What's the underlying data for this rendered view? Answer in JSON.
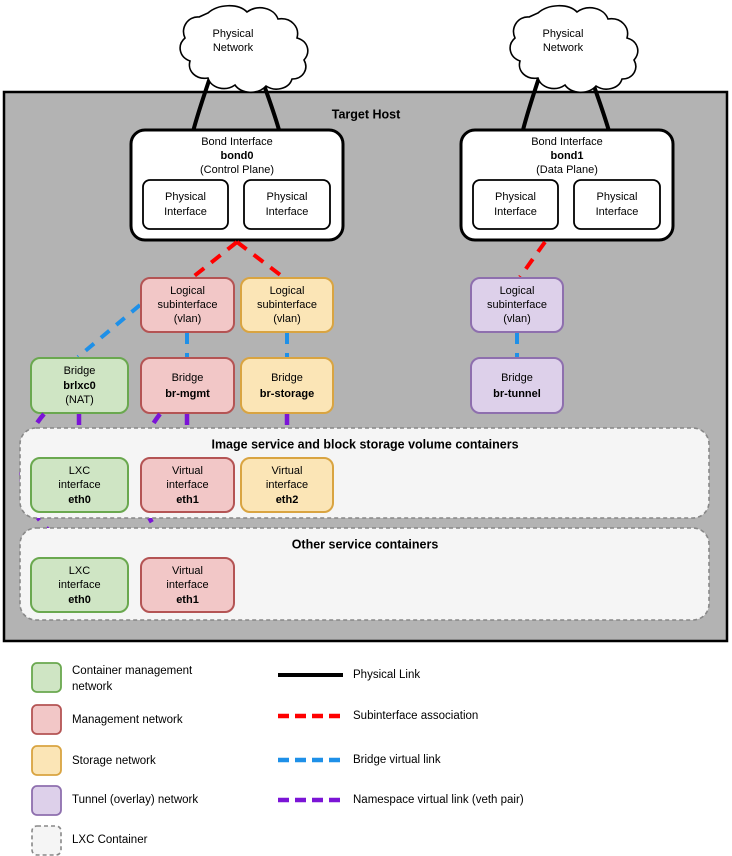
{
  "diagram": {
    "title": "Target Host",
    "clouds": [
      {
        "id": "cloud-left",
        "line1": "Physical",
        "line2": "Network"
      },
      {
        "id": "cloud-right",
        "line1": "Physical",
        "line2": "Network"
      }
    ],
    "bonds": [
      {
        "id": "bond-left",
        "title": "Bond Interface",
        "name": "bond0",
        "role": "(Control Plane)",
        "members": [
          {
            "line1": "Physical",
            "line2": "Interface"
          },
          {
            "line1": "Physical",
            "line2": "Interface"
          }
        ]
      },
      {
        "id": "bond-right",
        "title": "Bond Interface",
        "name": "bond1",
        "role": "(Data Plane)",
        "members": [
          {
            "line1": "Physical",
            "line2": "Interface"
          },
          {
            "line1": "Physical",
            "line2": "Interface"
          }
        ]
      }
    ],
    "subinterfaces": [
      {
        "id": "subif-mgmt",
        "line1": "Logical",
        "line2": "subinterface",
        "line3": "(vlan)",
        "color": "management"
      },
      {
        "id": "subif-storage",
        "line1": "Logical",
        "line2": "subinterface",
        "line3": "(vlan)",
        "color": "storage"
      },
      {
        "id": "subif-tunnel",
        "line1": "Logical",
        "line2": "subinterface",
        "line3": "(vlan)",
        "color": "tunnel"
      }
    ],
    "bridges": [
      {
        "id": "bridge-brlxc0",
        "line1": "Bridge",
        "name": "brlxc0",
        "line3": "(NAT)",
        "color": "container-mgmt"
      },
      {
        "id": "bridge-br-mgmt",
        "line1": "Bridge",
        "name": "br-mgmt",
        "line3": "",
        "color": "management"
      },
      {
        "id": "bridge-br-storage",
        "line1": "Bridge",
        "name": "br-storage",
        "line3": "",
        "color": "storage"
      },
      {
        "id": "bridge-br-tunnel",
        "line1": "Bridge",
        "name": "br-tunnel",
        "line3": "",
        "color": "tunnel"
      }
    ],
    "containers": [
      {
        "id": "container-image-block",
        "title": "Image service and block storage volume containers",
        "interfaces": [
          {
            "id": "if-lxc-eth0-a",
            "line1": "LXC",
            "line2": "interface",
            "name": "eth0",
            "color": "container-mgmt"
          },
          {
            "id": "if-virt-eth1-a",
            "line1": "Virtual",
            "line2": "interface",
            "name": "eth1",
            "color": "management"
          },
          {
            "id": "if-virt-eth2-a",
            "line1": "Virtual",
            "line2": "interface",
            "name": "eth2",
            "color": "storage"
          }
        ]
      },
      {
        "id": "container-other-services",
        "title": "Other service containers",
        "interfaces": [
          {
            "id": "if-lxc-eth0-b",
            "line1": "LXC",
            "line2": "interface",
            "name": "eth0",
            "color": "container-mgmt"
          },
          {
            "id": "if-virt-eth1-b",
            "line1": "Virtual",
            "line2": "interface",
            "name": "eth1",
            "color": "management"
          }
        ]
      }
    ]
  },
  "legend": {
    "swatches": [
      {
        "id": "legend-container-mgmt",
        "label_line1": "Container management",
        "label_line2": "network",
        "fill": "#cfe5c4",
        "stroke": "#6aa84f",
        "dashed": false
      },
      {
        "id": "legend-management",
        "label_line1": "Management network",
        "label_line2": "",
        "fill": "#f2c7c7",
        "stroke": "#b45454",
        "dashed": false
      },
      {
        "id": "legend-storage",
        "label_line1": "Storage network",
        "label_line2": "",
        "fill": "#fbe5b6",
        "stroke": "#d9a441",
        "dashed": false
      },
      {
        "id": "legend-tunnel",
        "label_line1": "Tunnel (overlay) network",
        "label_line2": "",
        "fill": "#ddd0ea",
        "stroke": "#8e6fae",
        "dashed": false
      },
      {
        "id": "legend-lxc-container",
        "label_line1": "LXC Container",
        "label_line2": "",
        "fill": "#f5f5f5",
        "stroke": "#888888",
        "dashed": true
      }
    ],
    "lines": [
      {
        "id": "legend-physical-link",
        "label": "Physical Link",
        "color": "#000000",
        "dashed": false
      },
      {
        "id": "legend-subinterface-association",
        "label": "Subinterface association",
        "color": "#ff0000",
        "dashed": true
      },
      {
        "id": "legend-bridge-virtual-link",
        "label": "Bridge virtual link",
        "color": "#1e90e8",
        "dashed": true
      },
      {
        "id": "legend-namespace-virtual-link",
        "label": "Namespace virtual link (veth pair)",
        "color": "#7b14d6",
        "dashed": true
      }
    ]
  },
  "colors": {
    "host_fill": "#b3b3b3",
    "host_stroke": "#000000",
    "container_mgmt_fill": "#cfe5c4",
    "container_mgmt_stroke": "#6aa84f",
    "management_fill": "#f2c7c7",
    "management_stroke": "#b45454",
    "storage_fill": "#fbe5b6",
    "storage_stroke": "#d9a441",
    "tunnel_fill": "#ddd0ea",
    "tunnel_stroke": "#8e6fae",
    "lxc_fill": "#f5f5f5",
    "lxc_stroke": "#888888",
    "physical_link": "#000000",
    "subinterface_link": "#ff0000",
    "bridge_link": "#1e90e8",
    "namespace_link": "#7b14d6"
  }
}
